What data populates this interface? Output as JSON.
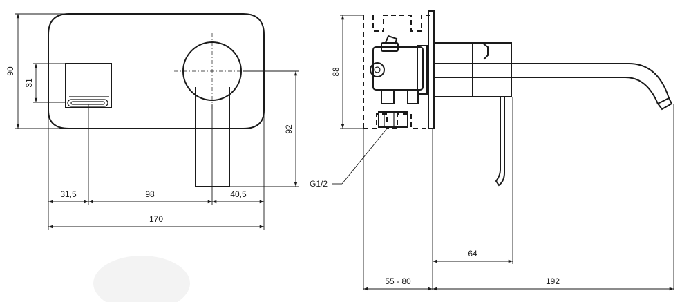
{
  "front_view": {
    "dim_height_total": "90",
    "dim_handle_height": "31",
    "dim_spout_drop": "92",
    "dim_left_offset": "31,5",
    "dim_center_span": "98",
    "dim_right_offset": "40,5",
    "dim_total_width": "170"
  },
  "side_view": {
    "dim_box_height": "88",
    "thread_label": "G1/2",
    "dim_lever_offset": "64",
    "dim_wall_depth": "55 - 80",
    "dim_spout_reach": "192"
  }
}
